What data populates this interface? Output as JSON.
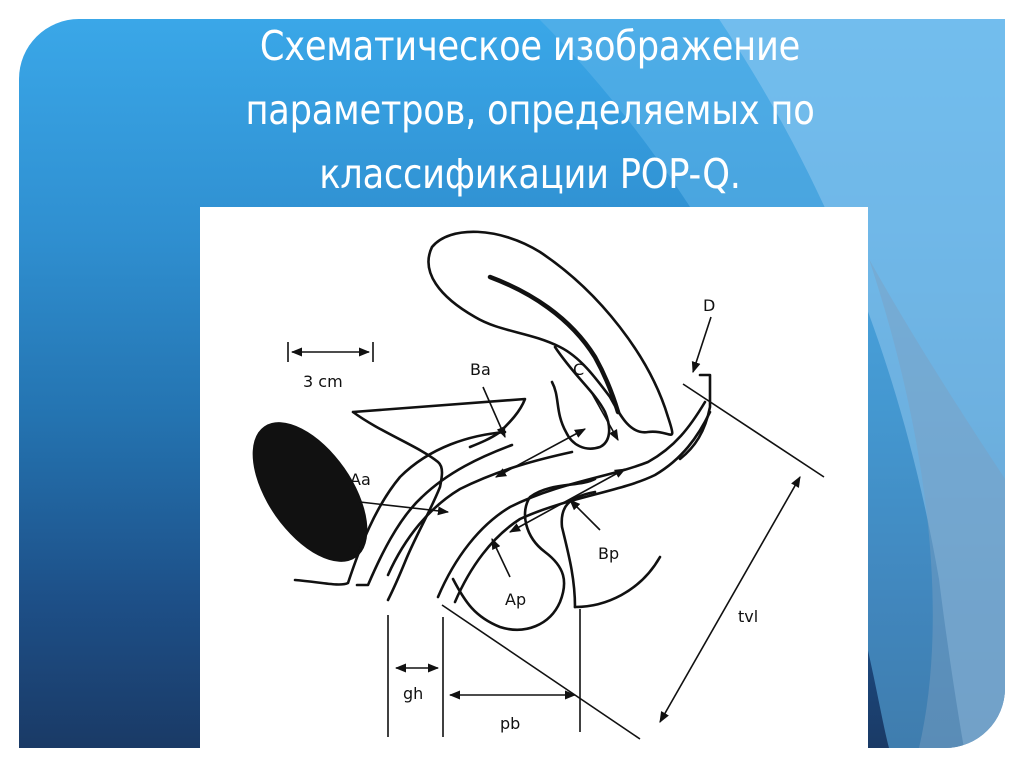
{
  "slide": {
    "title_lines": [
      "Схематическое изображение",
      "параметров, определяемых по",
      "классификации POP-Q."
    ],
    "colors": {
      "background_top": "#3aa7e8",
      "background_bottom": "#1a3a66",
      "title_text": "#ffffff",
      "figure_background": "#ffffff",
      "figure_ink": "#111111"
    }
  },
  "figure": {
    "scale_bar_label": "3 cm",
    "point_labels": {
      "Aa": "Aa",
      "Ba": "Ba",
      "C": "C",
      "D": "D",
      "Ap": "Ap",
      "Bp": "Bp"
    },
    "measure_labels": {
      "gh": "gh",
      "pb": "pb",
      "tvl": "tvl"
    }
  }
}
